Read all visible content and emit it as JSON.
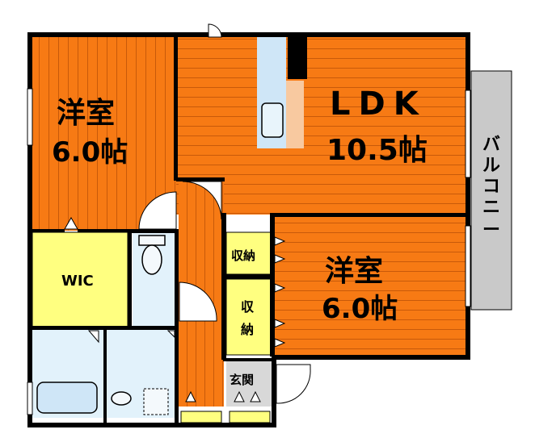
{
  "rooms": {
    "western_room_1": {
      "name": "洋室",
      "size": "6.0帖"
    },
    "ldk": {
      "name": "LDK",
      "size": "10.5帖"
    },
    "western_room_2": {
      "name": "洋室",
      "size": "6.0帖"
    },
    "wic": {
      "name": "WIC"
    },
    "storage_1": {
      "name": "収納"
    },
    "storage_2": {
      "name": "収納"
    },
    "entrance": {
      "name": "玄関"
    },
    "balcony": {
      "name": "バルコニー"
    }
  },
  "colors": {
    "floor": "#f77a14",
    "floor_line": "#9a3a00",
    "storage": "#ffff80",
    "wet": "#e2f2fb",
    "kitchen": "#cfe6f7",
    "kitchen_light": "#f8c9a0",
    "balcony": "#c9c9c9",
    "wall": "#000000",
    "entry": "#d8d8d8"
  },
  "icons": [
    "toilet-icon",
    "bathtub-icon",
    "sink-icon",
    "washer-pan-icon",
    "kitchen-sink-icon",
    "door-swing-icon"
  ]
}
